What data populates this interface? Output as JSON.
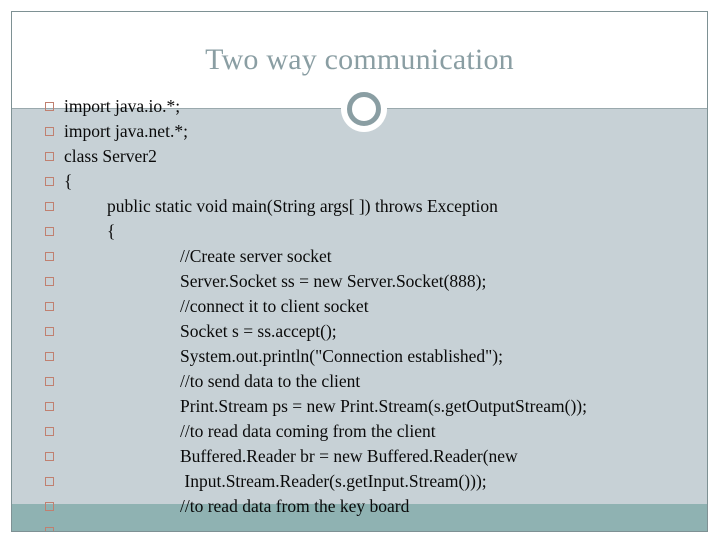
{
  "slide": {
    "title": "Two way communication",
    "title_color": "#8a9ea3",
    "body_background": "#c7d1d6",
    "footer_background": "#8fb2b2",
    "bullet_color": "#c08070",
    "ornament": "ring-circle"
  },
  "code_lines": [
    {
      "text": "import java.io.*;",
      "indent": 1
    },
    {
      "text": "import java.net.*;",
      "indent": 1
    },
    {
      "text": "class Server2",
      "indent": 1
    },
    {
      "text": "{",
      "indent": 1
    },
    {
      "text": "public static void main(String args[ ]) throws Exception",
      "indent": 2
    },
    {
      "text": "{",
      "indent": 2
    },
    {
      "text": "//Create server socket",
      "indent": 3
    },
    {
      "text": "Server.Socket ss = new Server.Socket(888);",
      "indent": 3
    },
    {
      "text": "//connect it to client socket",
      "indent": 3
    },
    {
      "text": "Socket s = ss.accept();",
      "indent": 3
    },
    {
      "text": "System.out.println(\"Connection established\");",
      "indent": 3
    },
    {
      "text": "//to send data to the client",
      "indent": 3
    },
    {
      "text": "Print.Stream ps = new Print.Stream(s.getOutputStream());",
      "indent": 3
    },
    {
      "text": "//to read data coming from the client",
      "indent": 3
    },
    {
      "text": "Buffered.Reader br = new Buffered.Reader(new",
      "indent": 3
    },
    {
      "text": " Input.Stream.Reader(s.getInput.Stream()));",
      "indent": 3
    },
    {
      "text": "//to read data from the key board",
      "indent": 3
    },
    {
      "text": "",
      "indent": 3
    }
  ]
}
